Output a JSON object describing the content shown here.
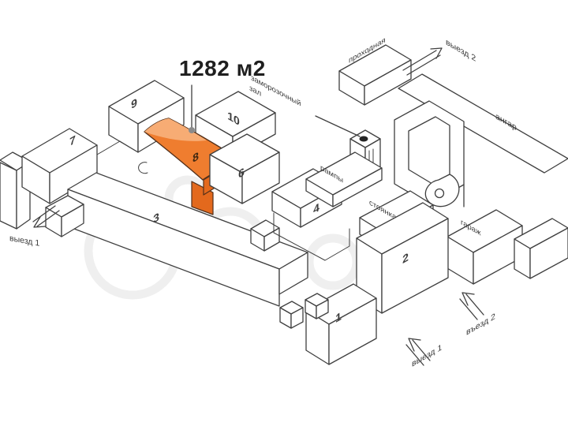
{
  "area_label": "1282 м2",
  "annotations": {
    "freezer_line1": "заморозочный",
    "freezer_line2": "зал"
  },
  "buildings": {
    "n1": "1",
    "n2": "2",
    "n3": "3",
    "n4": "4",
    "n6": "6",
    "n7": "7",
    "n8": "8",
    "n9": "9",
    "n10": "10",
    "highlighted_number": "8",
    "highlighted_area": "1282 м2"
  },
  "facility_labels": {
    "gatehouse": "проходная",
    "hangar": "ангар",
    "ramps": "рампы",
    "parking": "стоянка",
    "garage": "гараж"
  },
  "gate_labels": {
    "left_exit": "выезд 1",
    "top_exit": "выезд 2",
    "bottom_exit": "выезд 1",
    "bottom_entrance": "въезд 2"
  },
  "colors": {
    "highlight_orange": "#ef7d2f",
    "highlight_orange_light": "#f7ac74",
    "highlight_orange_dark": "#e3691d",
    "outline": "#3f3f3f",
    "label_text": "#3a3a3a",
    "title_text": "#1f1f1f",
    "leader_dot_gray": "#8a8a8a",
    "background": "#ffffff"
  }
}
